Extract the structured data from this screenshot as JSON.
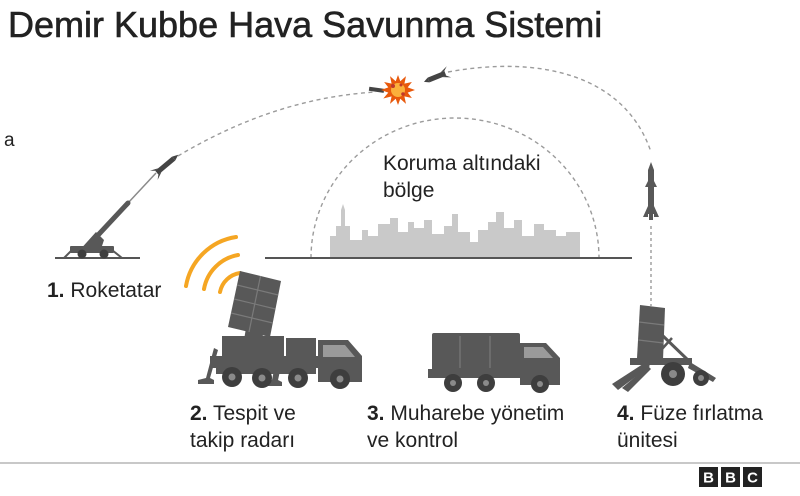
{
  "title": "Demir Kubbe Hava Savunma Sistemi",
  "stray_text": "a",
  "protected_zone": {
    "label_line1": "Koruma altındaki",
    "label_line2": "bölge",
    "icon": "city-skyline-icon"
  },
  "components": [
    {
      "number": "1.",
      "label_line1": "Roketatar",
      "icon": "rocket-launcher-icon"
    },
    {
      "number": "2.",
      "label_line1": "Tespit ve",
      "label_line2": "takip radarı",
      "icon": "radar-truck-icon"
    },
    {
      "number": "3.",
      "label_line1": "Muharebe yönetim",
      "label_line2": "ve kontrol",
      "icon": "command-truck-icon"
    },
    {
      "number": "4.",
      "label_line1": "Füze fırlatma",
      "label_line2": "ünitesi",
      "icon": "missile-launcher-icon"
    }
  ],
  "scene_icons": [
    "incoming-rocket-icon",
    "explosion-icon",
    "interceptor-missile-icon",
    "radar-waves-icon"
  ],
  "logo": {
    "letters": [
      "B",
      "B",
      "C"
    ]
  },
  "colors": {
    "text": "#222222",
    "silhouette": "#585858",
    "wheel": "#3e3e3e",
    "city": "#c9c9c9",
    "trajectory": "#9b9b9b",
    "radar_waves": "#f5a623",
    "explosion_outer": "#e8590c",
    "explosion_inner": "#fbb03b",
    "divider": "#c8c8c8",
    "logo_block": "#222222"
  }
}
